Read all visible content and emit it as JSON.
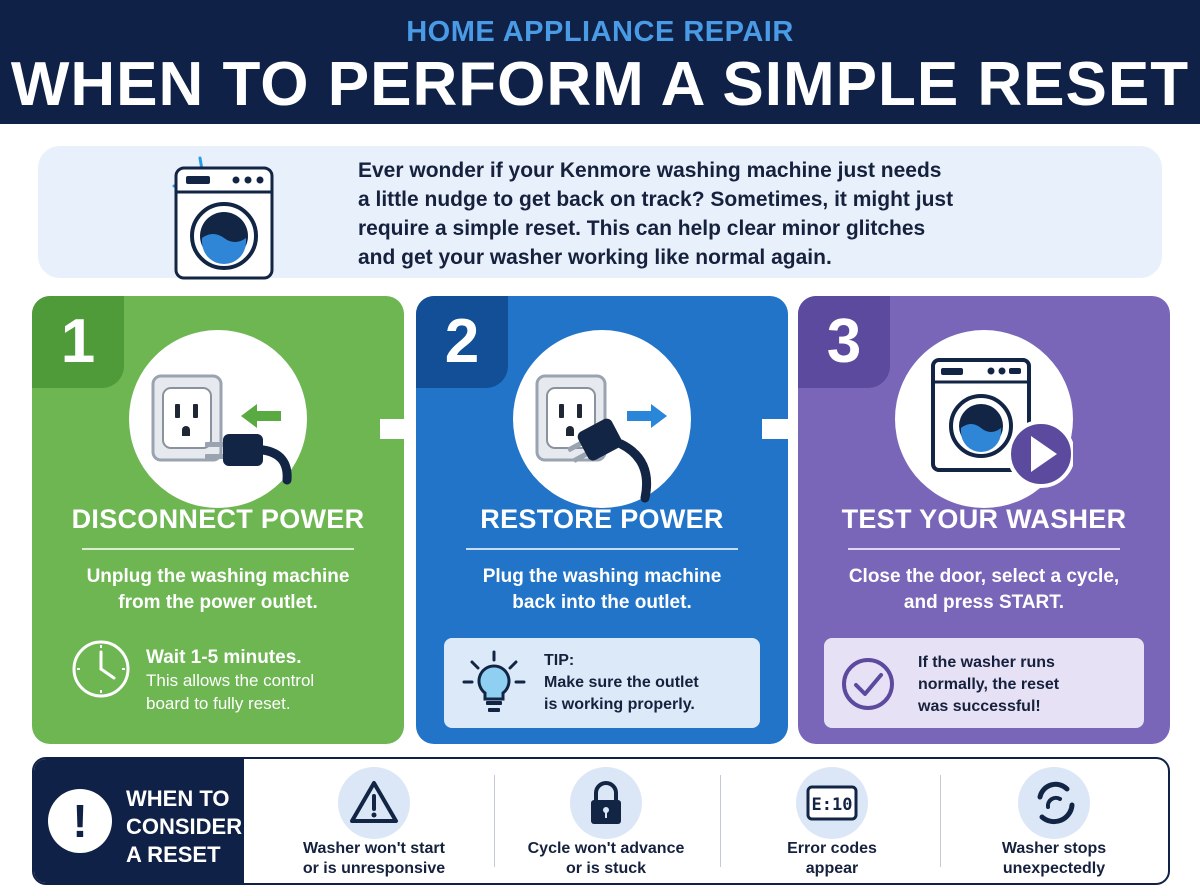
{
  "header": {
    "kicker": "HOME APPLIANCE REPAIR",
    "title": "WHEN TO PERFORM A SIMPLE RESET"
  },
  "intro": {
    "lines": [
      "Ever wonder if your Kenmore washing machine just needs",
      "a little nudge to get back on track? Sometimes, it might just",
      "require a simple reset. This can help clear minor glitches",
      "and get your washer working like normal again."
    ]
  },
  "steps": [
    {
      "number": "1",
      "title": "DISCONNECT POWER",
      "desc_lines": [
        "Unplug the washing machine",
        "from the power outlet."
      ],
      "note_head": "Wait 1-5 minutes.",
      "note_lines": [
        "This allows the control",
        "board to fully reset."
      ],
      "icon": "unplug-icon",
      "color": "#6db652"
    },
    {
      "number": "2",
      "title": "RESTORE POWER",
      "desc_lines": [
        "Plug the washing machine",
        "back into the outlet."
      ],
      "note_head": "TIP:",
      "note_lines": [
        "Make sure the outlet",
        "is working properly."
      ],
      "icon": "plug-in-icon",
      "color": "#2274c8"
    },
    {
      "number": "3",
      "title": "TEST YOUR WASHER",
      "desc_lines": [
        "Close the door, select a cycle,",
        "and press START."
      ],
      "note_lines": [
        "If the washer runs",
        "normally, the reset",
        "was successful!"
      ],
      "icon": "washer-play-icon",
      "color": "#7a66b9"
    }
  ],
  "consider": {
    "label_lines": [
      "WHEN TO",
      "CONSIDER",
      "A RESET"
    ],
    "reasons": [
      {
        "icon": "warning-icon",
        "lines": [
          "Washer won't start",
          "or is unresponsive"
        ]
      },
      {
        "icon": "lock-icon",
        "lines": [
          "Cycle won't advance",
          "or is stuck"
        ]
      },
      {
        "icon": "error-display-icon",
        "display": "E:10",
        "lines": [
          "Error codes",
          "appear"
        ]
      },
      {
        "icon": "spin-icon",
        "lines": [
          "Washer stops",
          "unexpectedly"
        ]
      }
    ]
  },
  "colors": {
    "navy": "#0f2146",
    "accent_blue": "#4a9be6",
    "green": "#6db652",
    "blue": "#2274c8",
    "purple": "#7a66b9"
  }
}
